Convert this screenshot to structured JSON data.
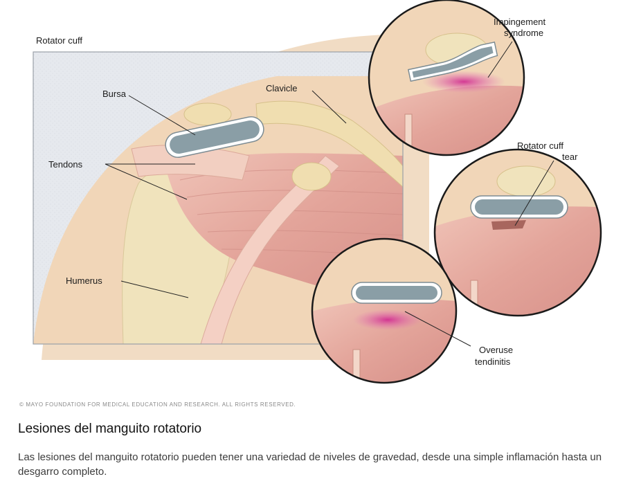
{
  "figure": {
    "heading": "Rotator cuff",
    "labels": {
      "bursa": "Bursa",
      "clavicle": "Clavicle",
      "tendons": "Tendons",
      "humerus": "Humerus"
    },
    "insets": {
      "impingement": [
        "Impingement",
        "syndrome"
      ],
      "tear": [
        "Rotator cuff",
        "tear"
      ],
      "tendinitis": [
        "Overuse",
        "tendinitis"
      ]
    },
    "copyright": "© MAYO FOUNDATION FOR MEDICAL EDUCATION AND RESEARCH. ALL RIGHTS RESERVED."
  },
  "article": {
    "title": "Lesiones del manguito rotatorio",
    "caption": "Las lesiones del manguito rotatorio pueden tener una variedad de niveles de gravedad, desde una simple inflamación hasta un desgarro completo."
  },
  "colors": {
    "skin": "#f1d6b8",
    "muscle": "#e5a8a0",
    "bone": "#f0e3bc",
    "bursa": "#8a9ea6",
    "inflammation": "#d63a9c",
    "background_panel": "#e8ebf0"
  }
}
